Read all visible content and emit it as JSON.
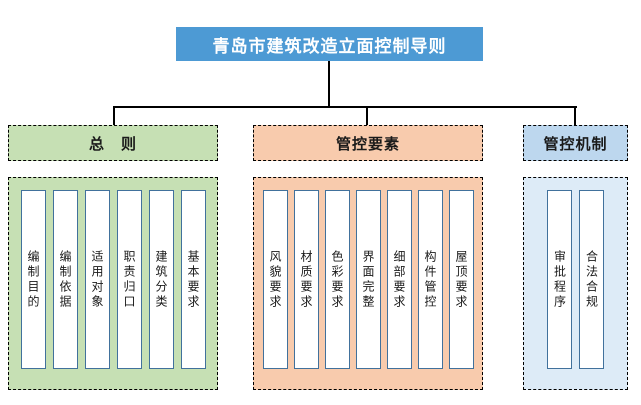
{
  "title": {
    "text": "青岛市建筑改造立面控制导则",
    "bg": "#4D9AD4",
    "text_color": "#FFFFFF"
  },
  "connector": {
    "color": "#000000"
  },
  "item_box": {
    "bg": "#FFFFFF",
    "border": "#41719C",
    "text_color": "#1A1A1A"
  },
  "sections": [
    {
      "id": "general-principles",
      "header": "总　则",
      "header_bg": "#C6E0B4",
      "body_bg": "#C6E0B4",
      "items": [
        "编制目的",
        "编制依据",
        "适用对象",
        "职责归口",
        "建筑分类",
        "基本要求"
      ]
    },
    {
      "id": "control-elements",
      "header": "管控要素",
      "header_bg": "#F8CBAD",
      "body_bg": "#F8CBAD",
      "items": [
        "风貌要求",
        "材质要求",
        "色彩要求",
        "界面完整",
        "细部要求",
        "构件管控",
        "屋顶要求"
      ]
    },
    {
      "id": "control-mechanism",
      "header": "管控机制",
      "header_bg": "#BDD7EE",
      "body_bg": "#DDEBF7",
      "items": [
        "审批程序",
        "合法合规"
      ]
    }
  ]
}
